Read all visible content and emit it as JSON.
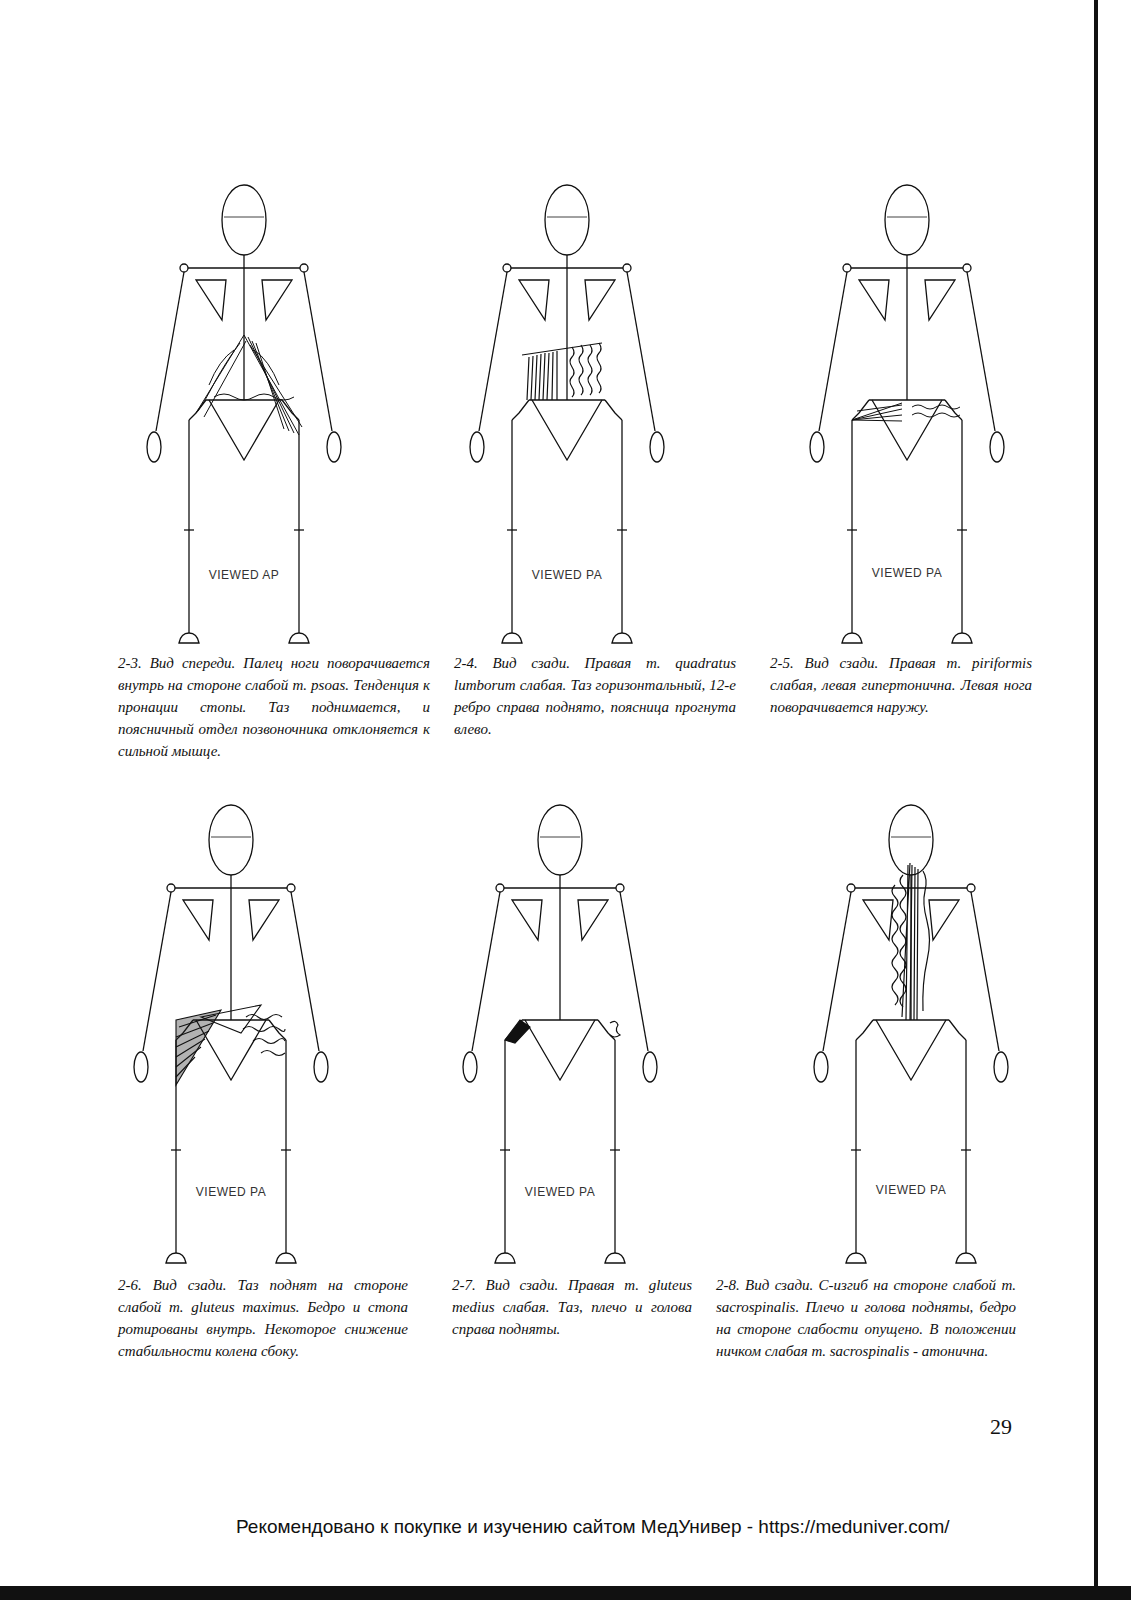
{
  "diagram": {
    "labels": [
      "VIEWED AP",
      "VIEWED PA",
      "VIEWED PA",
      "2-3. Вид спереди. Палец ноги поворачивается внутрь на стороне слабой m. psoas. Тенденция к пронации стопы. Таз поднимается, и поясничный отдел позвоночника отклоняется к сильной мышце.",
      "2-4. Вид сзади. Правая m. quadratus lumborum слабая. Таз горизонтальный, 12-е ребро справа поднято, поясница прогнута влево.",
      "2-5. Вид сзади. Правая m. piriformis слабая, левая гипертонична. Левая нога поворачивается наружу.",
      "VIEWED PA",
      "VIEWED PA",
      "VIEWED PA",
      "2-6. Вид сзади. Таз поднят на стороне слабой m. gluteus maximus. Бедро и стопа ротированы внутрь. Некоторое снижение стабильности колена сбоку.",
      "2-7. Вид сзади. Правая m. gluteus medius слабая. Таз, плечо и голова справа подняты.",
      "2-8. Вид сзади. С-изгиб на стороне слабой m. sacrospinalis. Плечо и голова подняты, бедро на стороне слабости опущено. В положении ничком слабая m. sacrospinalis - атонична.",
      "29",
      "Рекомендовано к покупке и изучению сайтом МедУнивер - https://meduniver.com/"
    ]
  }
}
